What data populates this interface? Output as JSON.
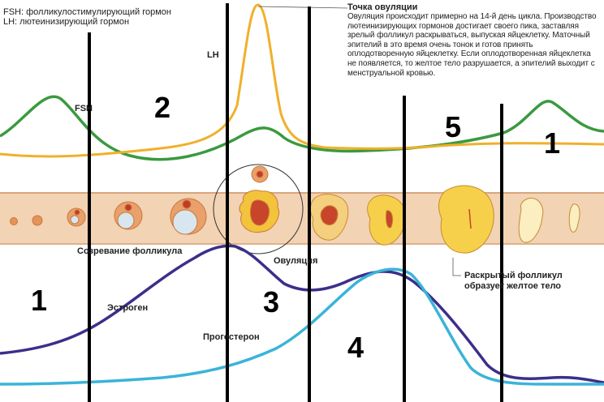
{
  "legend": {
    "fsh": "FSH: фолликулостимулирующий гормон",
    "lh": "LH: лютеинизирующий гормон"
  },
  "ovulation_point": {
    "title": "Точка овуляции",
    "text": "Овуляция происходит примерно на 14-й день цикла. Производство лютеинизирующих гормонов достигает своего пика, заставляя зрелый фолликул раскрываться, выпуская яйцеклетку. Маточный эпителий в это время очень тонок и готов принять оплодотворенную яйцеклетку. Если оплодотворенная яйцеклетка не появляется, то желтое тело разрушается, а эпителий выходит с менструальной кровью."
  },
  "curve_labels": {
    "fsh": "FSH",
    "lh": "LH",
    "estrogen": "Эстроген",
    "progesterone": "Прогестерон"
  },
  "stage_labels": {
    "maturation": "Созревание фолликула",
    "ovulation": "Овуляция",
    "corpus_luteum": "Раскрытый фолликул образует желтое тело"
  },
  "phase_numbers": [
    "1",
    "2",
    "3",
    "4",
    "5",
    "1"
  ],
  "colors": {
    "fsh": "#3a9a3e",
    "lh": "#f0b02a",
    "estrogen": "#3b2f8a",
    "progesterone": "#3ab4d8",
    "tissue": "#f2d3b4",
    "dividers": "#000000"
  }
}
